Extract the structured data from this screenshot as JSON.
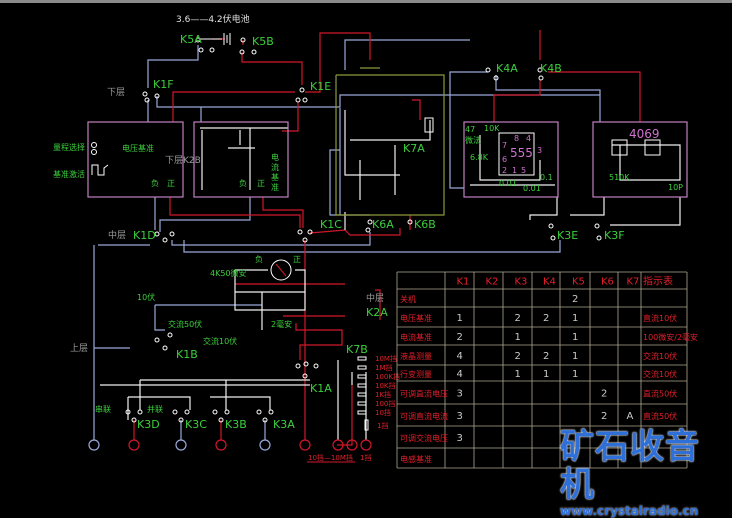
{
  "diagram": {
    "battery_title": "3.6——4.2伏电池",
    "k5a": "K5A",
    "k5b": "K5B",
    "k1f": "K1F",
    "k1e": "K1E",
    "k1d": "K1D",
    "k1c": "K1C",
    "k1b": "K1B",
    "k1a": "K1A",
    "lower_layer_1": "下层",
    "lower_layer_k2b": "下层K2B",
    "middle_layer_1": "中层",
    "middle_layer_2": "中层",
    "upper_layer": "上层",
    "range_select": "量程选择",
    "ref_activate": "基准激活",
    "voltage_ref": "电压基准",
    "current_ref": [
      "电",
      "流",
      "基",
      "准"
    ],
    "neg": "负",
    "pos": "正",
    "k6a": "K6A",
    "k6b": "K6B",
    "k7a": "K7A",
    "k7b": "K7B",
    "k2a": "K2A",
    "k4a": "K4A",
    "k4b": "K4B",
    "k3e": "K3E",
    "k3f": "K3F",
    "k3a": "K3A",
    "k3b": "K3B",
    "k3c": "K3C",
    "k3d": "K3D",
    "series": "串联",
    "parallel": "并联",
    "meter": "4K50微安",
    "v10": "10伏",
    "ma2": "2毫安",
    "ac50": "交流50伏",
    "ac10": "交流10伏",
    "c47": "47",
    "c47_unit": "微法",
    "r10k": "10K",
    "ic555": "555",
    "r68k": "6.8K",
    "c001a": "0.01",
    "c001b": "0.01",
    "c01": "0.1",
    "pin8": "8",
    "pin4": "4",
    "pin7": "7",
    "pin6": "6",
    "pin2": "2",
    "pin1": "1",
    "pin5": "5",
    "pin3": "3",
    "ic4069": "4069",
    "r510k": "510K",
    "c10p": "10P",
    "ranges": [
      "10M挡",
      "1M挡",
      "100K挡",
      "10K挡",
      "1K挡",
      "100挡",
      "10挡"
    ],
    "range_1": "1挡",
    "bottom_range": "10挡—10M挡",
    "bottom_1": "1挡"
  },
  "table": {
    "headers": [
      "",
      "K1",
      "K2",
      "K3",
      "K4",
      "K5",
      "K6",
      "K7",
      "指示表"
    ],
    "rows": [
      [
        "关机",
        "",
        "",
        "",
        "",
        "2",
        "",
        "",
        ""
      ],
      [
        "电压基准",
        "1",
        "",
        "2",
        "2",
        "1",
        "",
        "",
        "直流10伏"
      ],
      [
        "电流基准",
        "2",
        "",
        "1",
        "",
        "1",
        "",
        "",
        "100微安/2毫安"
      ],
      [
        "液晶测量",
        "4",
        "",
        "2",
        "2",
        "1",
        "",
        "",
        "交流10伏"
      ],
      [
        "行变测量",
        "4",
        "",
        "1",
        "1",
        "1",
        "",
        "",
        "交流10伏"
      ],
      [
        "可调直流电压",
        "3",
        "",
        "",
        "",
        "",
        "2",
        "",
        "直流50伏"
      ],
      [
        "可调直流电流",
        "3",
        "",
        "",
        "",
        "",
        "2",
        "A",
        "直流50伏"
      ],
      [
        "可调交流电压",
        "3",
        "",
        "",
        "",
        "",
        "",
        "",
        ""
      ],
      [
        "电感基准",
        "",
        "",
        "",
        "",
        "",
        "",
        "",
        ""
      ]
    ]
  },
  "watermark": {
    "title": "矿石收音机",
    "url": "www.crystalradio.cn"
  }
}
